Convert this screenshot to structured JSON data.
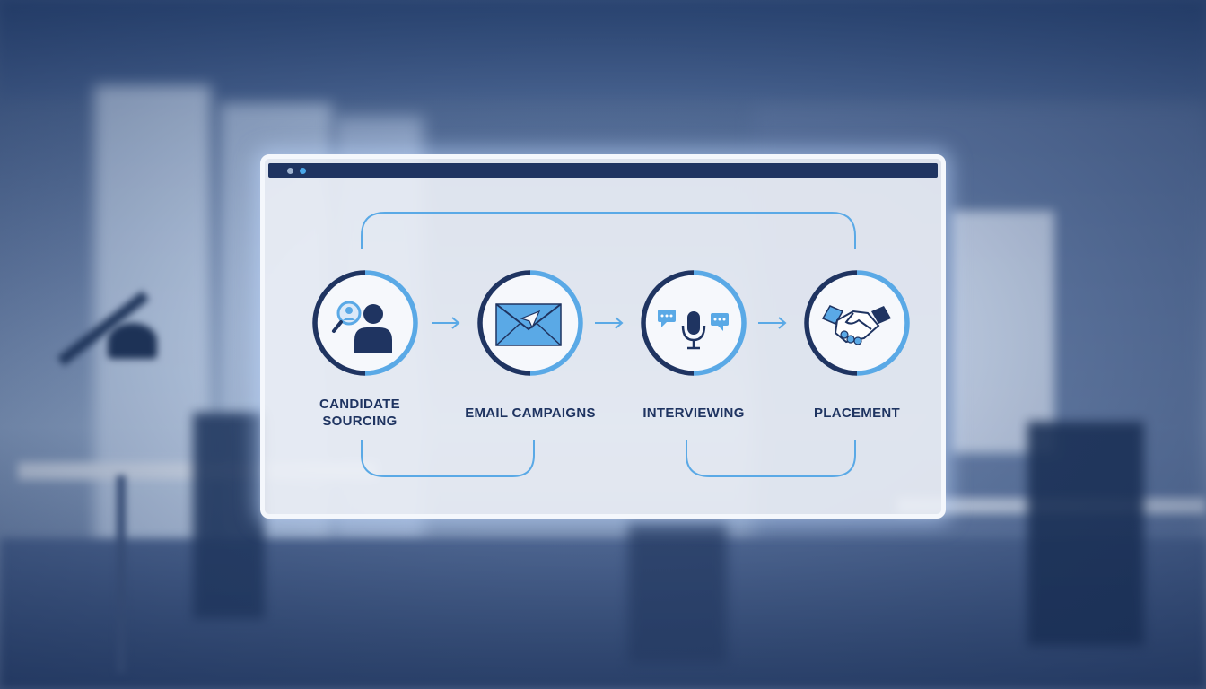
{
  "window": {
    "controls": [
      "window-dot",
      "window-dot"
    ]
  },
  "steps": [
    {
      "label": "CANDIDATE\nSOURCING",
      "icon": "candidate-search-icon"
    },
    {
      "label": "EMAIL CAMPAIGNS",
      "icon": "email-send-icon"
    },
    {
      "label": "INTERVIEWING",
      "icon": "microphone-chat-icon"
    },
    {
      "label": "PLACEMENT",
      "icon": "handshake-icon"
    }
  ],
  "colors": {
    "navy": "#1f3461",
    "accent": "#5aa9e6",
    "light_accent": "#a8d2f4",
    "panel": "#eef2f8"
  }
}
